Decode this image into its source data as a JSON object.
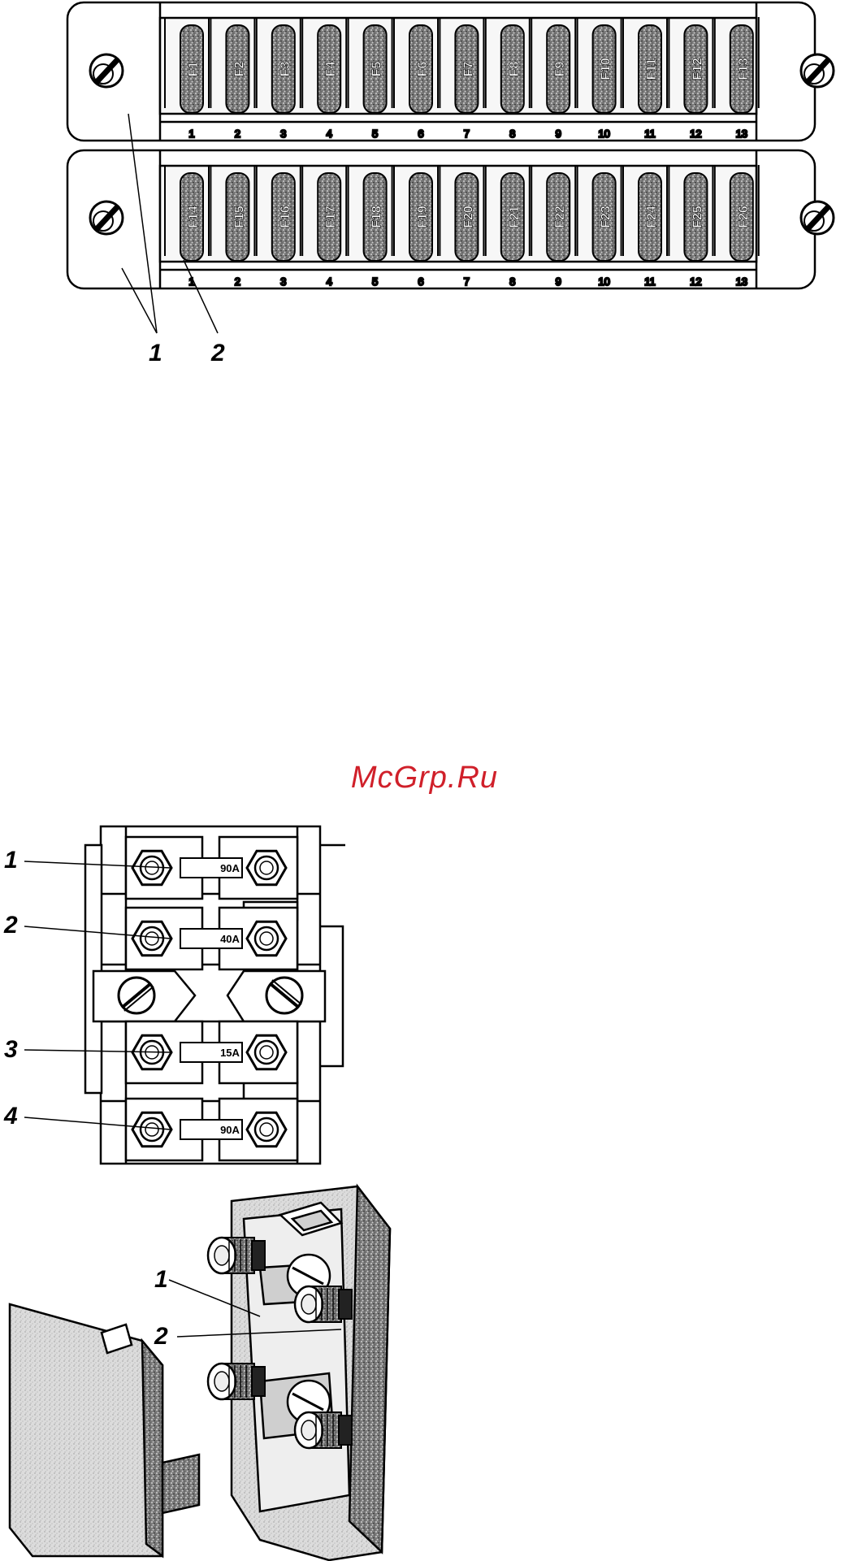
{
  "watermark": "McGrp.Ru",
  "fuse_block": {
    "top_row": {
      "fuses": [
        "F1",
        "F2",
        "F3",
        "F4",
        "F5",
        "F6",
        "F7",
        "F8",
        "F9",
        "F10",
        "F11",
        "F12",
        "F13"
      ],
      "slot_numbers": [
        "1",
        "2",
        "3",
        "4",
        "5",
        "6",
        "7",
        "8",
        "9",
        "10",
        "11",
        "12",
        "13"
      ]
    },
    "bottom_row": {
      "fuses": [
        "F14",
        "F15",
        "F16",
        "F17",
        "F18",
        "F19",
        "F20",
        "F21",
        "F22",
        "F23",
        "F24",
        "F25",
        "F26"
      ],
      "slot_numbers": [
        "1",
        "2",
        "3",
        "4",
        "5",
        "6",
        "7",
        "8",
        "9",
        "10",
        "11",
        "12",
        "13"
      ]
    },
    "callouts": [
      "1",
      "2"
    ]
  },
  "power_fuse_box": {
    "ratings": [
      "90A",
      "40A",
      "15A",
      "90A"
    ],
    "callouts": [
      "1",
      "2",
      "3",
      "4"
    ]
  },
  "iso_view": {
    "callouts": [
      "1",
      "2"
    ]
  }
}
